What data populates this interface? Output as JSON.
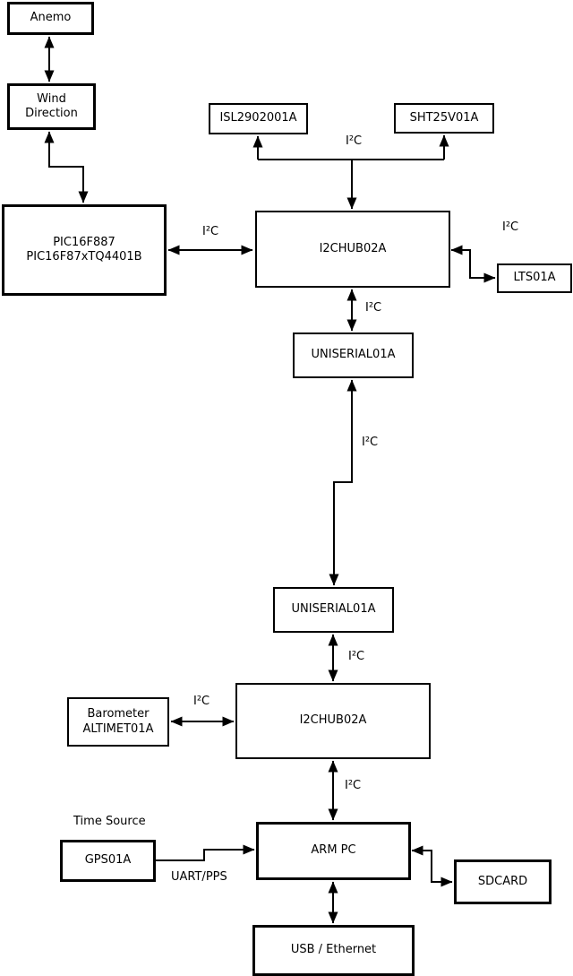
{
  "diagram": {
    "nodes": {
      "anemo": {
        "label": "Anemo"
      },
      "wind": {
        "label": "Wind\nDirection"
      },
      "pic": {
        "label": "PIC16F887\nPIC16F87xTQ4401B"
      },
      "isl": {
        "label": "ISL2902001A"
      },
      "sht": {
        "label": "SHT25V01A"
      },
      "hub1": {
        "label": "I2CHUB02A"
      },
      "lts": {
        "label": "LTS01A"
      },
      "uniserial1": {
        "label": "UNISERIAL01A"
      },
      "uniserial2": {
        "label": "UNISERIAL01A"
      },
      "hub2": {
        "label": "I2CHUB02A"
      },
      "barometer": {
        "label": "Barometer\nALTIMET01A"
      },
      "gps": {
        "label": "GPS01A"
      },
      "armpc": {
        "label": "ARM PC"
      },
      "sdcard": {
        "label": "SDCARD"
      },
      "usb": {
        "label": "USB / Ethernet"
      }
    },
    "edge_labels": {
      "i2c_sensors": "I²C",
      "i2c_pic": "I²C",
      "i2c_lts": "I²C",
      "i2c_hub1_uni1": "I²C",
      "i2c_long_link": "I²C",
      "i2c_uni2_hub2": "I²C",
      "i2c_barometer": "I²C",
      "i2c_hub2_arm": "I²C"
    },
    "annotations": {
      "time_source": "Time Source",
      "uart_pps": "UART/PPS"
    },
    "colors": {
      "background": "#ffffff",
      "box_fill": "#ffffff",
      "stroke": "#000000",
      "text": "#000000"
    }
  }
}
